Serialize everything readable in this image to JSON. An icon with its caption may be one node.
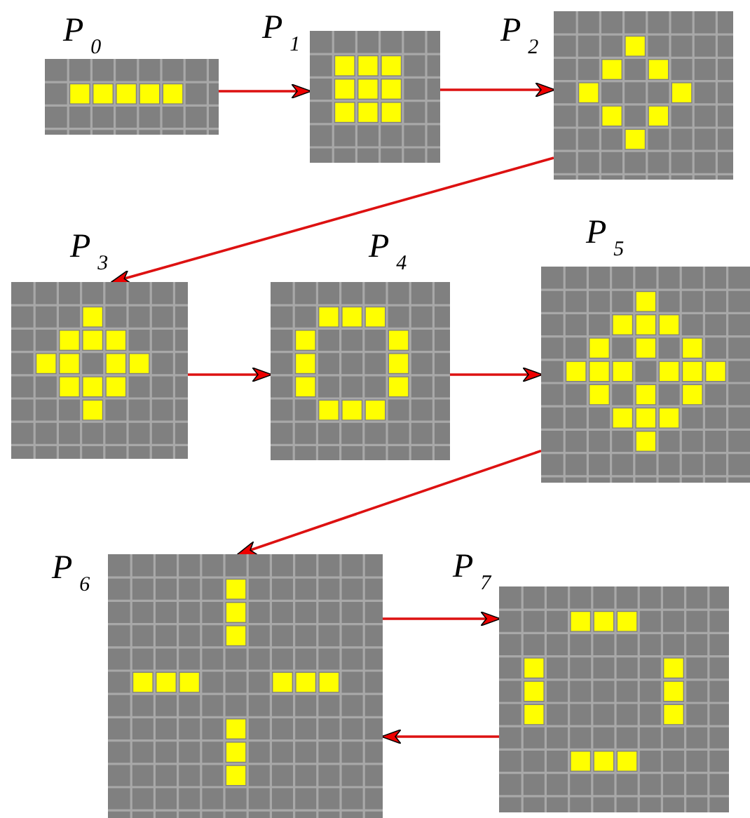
{
  "diagram": {
    "nodes": [
      {
        "text": [],
        "shape": "picture",
        "beside": [
          "P$_{0}$"
        ]
      },
      {
        "text": [],
        "shape": "picture",
        "beside": [
          "P$_{1}$"
        ]
      },
      {
        "text": [],
        "shape": "picture",
        "beside": [
          "P$_{2}$"
        ]
      },
      {
        "text": [],
        "shape": "picture",
        "beside": [
          "P$_{3}$"
        ]
      },
      {
        "text": [],
        "shape": "picture",
        "beside": [
          "P$_{4}$"
        ]
      },
      {
        "text": [],
        "shape": "picture",
        "beside": [
          "P$_{5}$"
        ]
      },
      {
        "text": [],
        "shape": "picture",
        "beside": [
          "P$_{6}$"
        ]
      },
      {
        "text": [],
        "shape": "picture",
        "beside": [
          "P$_{7}$"
        ]
      }
    ],
    "edges": [
      {
        "from": 0,
        "to": 1,
        "arrow": "to"
      },
      {
        "from": 1,
        "to": 2,
        "arrow": "to"
      },
      {
        "from": 2,
        "to": 3,
        "arrow": "to"
      },
      {
        "from": 3,
        "to": 4,
        "arrow": "to"
      },
      {
        "from": 4,
        "to": 5,
        "arrow": "to"
      },
      {
        "from": 5,
        "to": 6,
        "arrow": "to"
      },
      {
        "from": 6,
        "to": 7,
        "arrow": "to"
      },
      {
        "from": 7,
        "to": 6,
        "arrow": "to"
      }
    ]
  }
}
